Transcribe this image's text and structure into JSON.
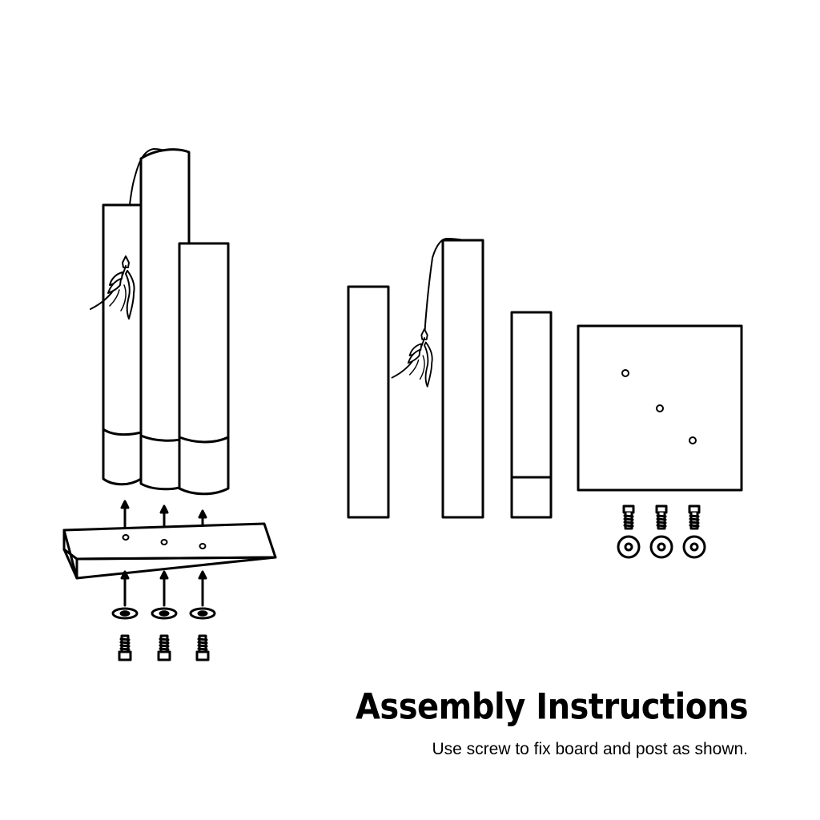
{
  "title": "Assembly Instructions",
  "subtitle": "Use screw to fix board and post as shown.",
  "colors": {
    "line": "#000000",
    "background": "#ffffff"
  },
  "parts": {
    "assembled": [
      "post-short-left",
      "post-tall-center",
      "post-short-right",
      "base-board",
      "washer",
      "screw"
    ],
    "exploded": [
      "post-left",
      "post-tall-with-feather-toy",
      "post-short",
      "square-board",
      "screw",
      "washer"
    ],
    "hardware_counts": {
      "screws": 3,
      "washers": 3
    }
  }
}
